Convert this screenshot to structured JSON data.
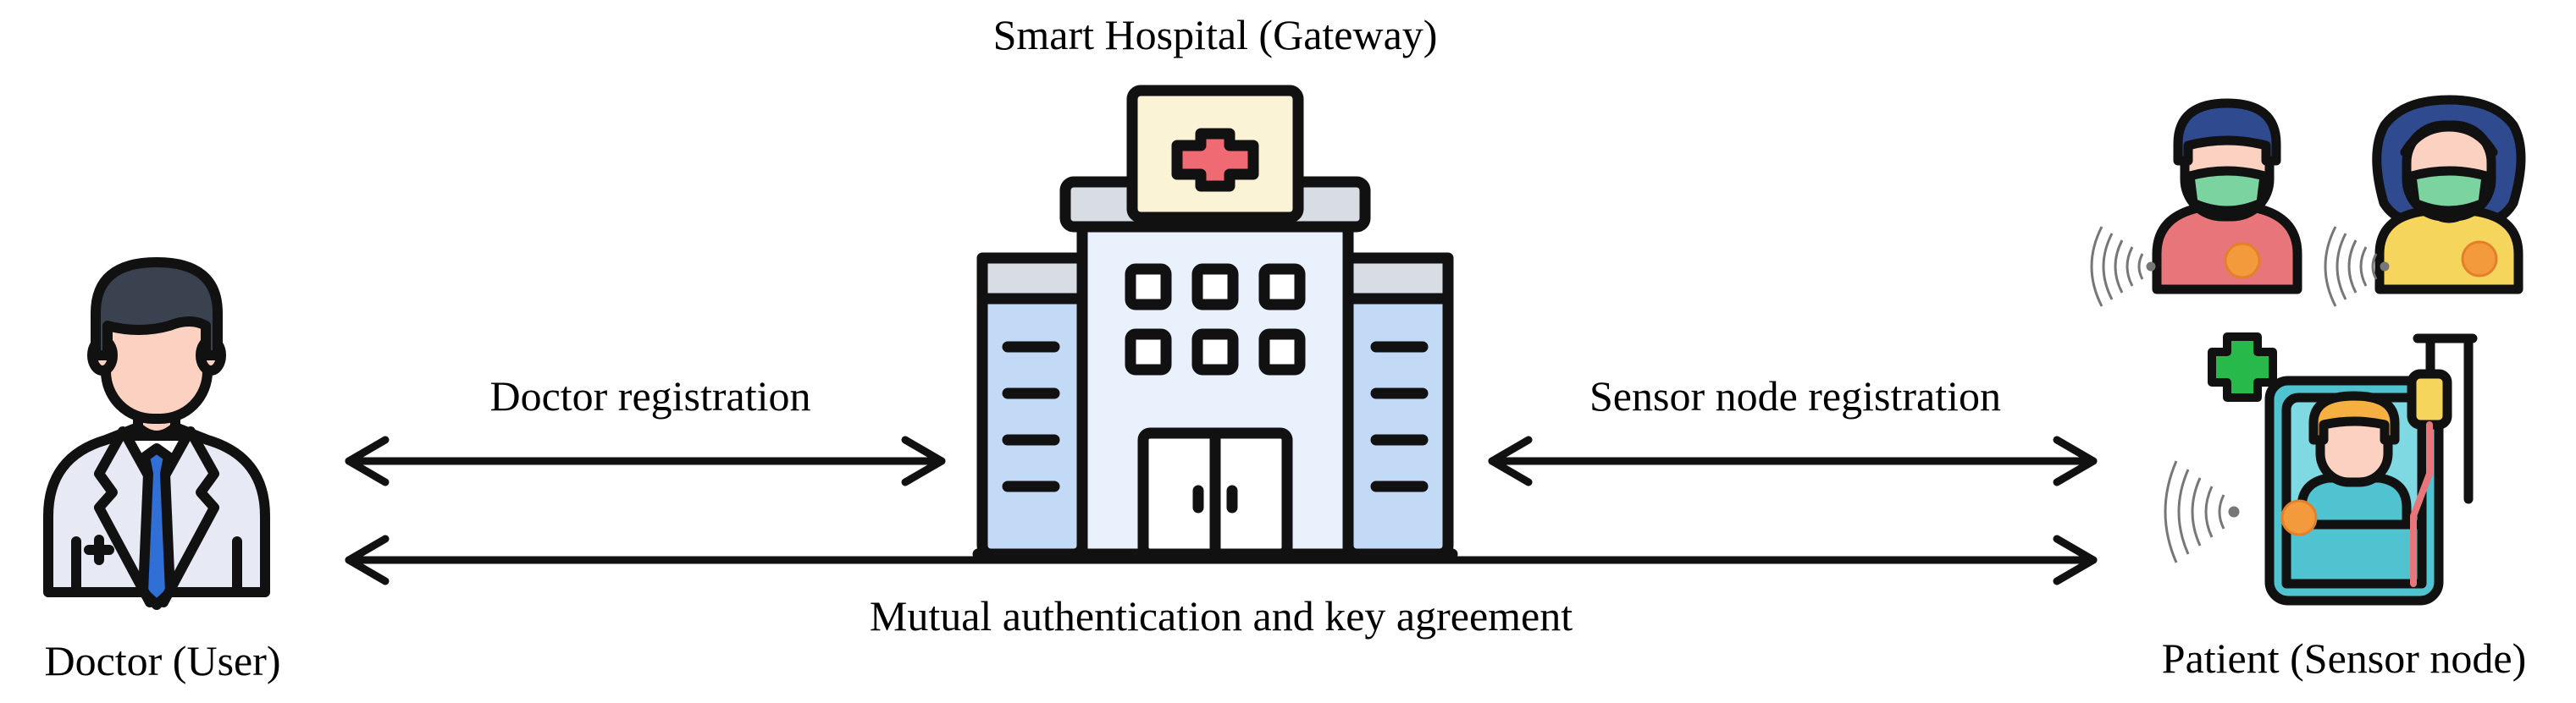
{
  "labels": {
    "hospital": "Smart Hospital (Gateway)",
    "doctor": "Doctor (User)",
    "patient": "Patient (Sensor node)",
    "doctor_registration": "Doctor registration",
    "sensor_registration": "Sensor node registration",
    "mutual_auth": "Mutual authentication and key agreement"
  },
  "icons": {
    "doctor": "doctor-icon",
    "hospital": "hospital-building-icon",
    "patient_male": "patient-male-masked-icon",
    "patient_female": "patient-female-masked-icon",
    "patient_bed": "patient-bed-icon",
    "wireless": "wireless-signal-icon",
    "medical_cross": "medical-cross-icon"
  },
  "colors": {
    "outline": "#111111",
    "cross_red": "#ef6a73",
    "cross_green": "#27b94a",
    "building_light": "#e9f1fd",
    "building_side": "#c2daf5",
    "sign_bg": "#fbf3d6",
    "sensor_orange": "#f29a3c",
    "mask_green": "#7bd3a0",
    "bed_teal": "#4fc3cf",
    "hair_dark": "#3a4250",
    "hair_blue": "#2f4a8f",
    "skin": "#fbd2c2",
    "shirt_red": "#e8757a",
    "shirt_yellow": "#f6d55c",
    "coat": "#e7e9f4",
    "tie_blue": "#2f6fd6"
  }
}
